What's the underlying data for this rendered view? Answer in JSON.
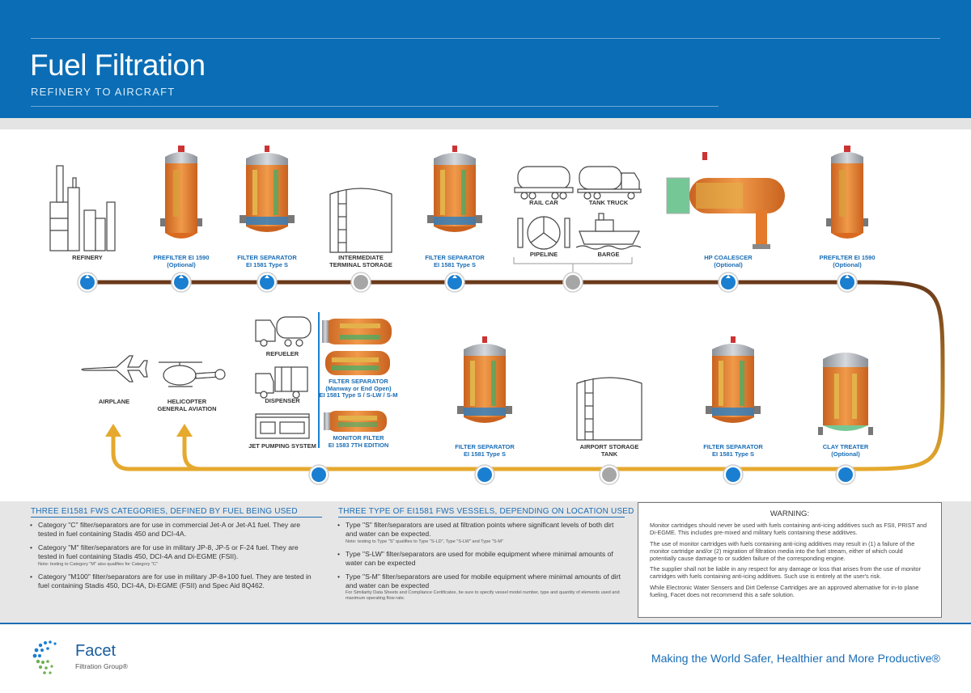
{
  "header": {
    "title": "Fuel Filtration",
    "subtitle": "REFINERY TO AIRCRAFT"
  },
  "colors": {
    "header_blue": "#0a6db5",
    "label_blue": "#1a6db5",
    "line_brown": "#6b3a1a",
    "line_gold": "#e5a92e",
    "node_blue": "#1a7fd0",
    "node_gray": "#a6a6a6",
    "vessel_orange": "#e47a2b"
  },
  "stations_top": [
    {
      "l1": "REFINERY",
      "l2": "",
      "icon": "refinery-icon"
    },
    {
      "l1": "PREFILTER EI 1590",
      "l2": "(Optional)",
      "icon": "prefilter-vessel-icon"
    },
    {
      "l1": "FILTER SEPARATOR",
      "l2": "EI 1581 Type S",
      "icon": "filter-separator-vessel-icon"
    },
    {
      "l1": "INTERMEDIATE",
      "l2": "TERMINAL STORAGE",
      "icon": "storage-tank-icon"
    },
    {
      "l1": "FILTER SEPARATOR",
      "l2": "EI 1581 Type S",
      "icon": "filter-separator-vessel-icon"
    },
    {
      "l1": "HP COALESCER",
      "l2": "(Optional)",
      "icon": "hp-coalescer-icon"
    },
    {
      "l1": "PREFILTER EI 1590",
      "l2": "(Optional)",
      "icon": "prefilter-vessel-icon"
    }
  ],
  "transport": {
    "rail_car": "RAIL CAR",
    "tank_truck": "TANK TRUCK",
    "pipeline": "PIPELINE",
    "barge": "BARGE"
  },
  "stations_bottom": [
    {
      "l1": "CLAY TREATER",
      "l2": "(Optional)",
      "icon": "clay-treater-icon"
    },
    {
      "l1": "FILTER SEPARATOR",
      "l2": "EI 1581 Type S",
      "icon": "filter-separator-vessel-icon"
    },
    {
      "l1": "AIRPORT STORAGE",
      "l2": "TANK",
      "icon": "storage-tank-icon"
    },
    {
      "l1": "FILTER SEPARATOR",
      "l2": "EI 1581 Type S",
      "icon": "filter-separator-vessel-icon"
    }
  ],
  "fueling": {
    "refueler": "REFUELER",
    "dispenser": "DISPENSER",
    "jet_pumping": "JET PUMPING SYSTEM",
    "fs_l1": "FILTER SEPARATOR",
    "fs_l2": "(Manway or End Open)",
    "fs_l3": "EI 1581 Type S / S-LW / S-M",
    "mon_l1": "MONITOR FILTER",
    "mon_l2": "EI 1583 7TH EDITION"
  },
  "aircraft": {
    "airplane": "AIRPLANE",
    "heli_l1": "HELICOPTER",
    "heli_l2": "GENERAL AVIATION"
  },
  "col1": {
    "title": "THREE EI1581 FWS CATEGORIES, DEFINED BY FUEL BEING USED",
    "items": [
      {
        "text": "Category \"C\" filter/separators are for use in commercial Jet-A or Jet-A1 fuel. They are tested in fuel containing Stadis 450 and DCI-4A.",
        "note": ""
      },
      {
        "text": "Category \"M\" filter/separators are for use in military JP-8, JP-5 or F-24 fuel. They are tested in fuel containing Stadis 450, DCI-4A and Di-EGME (FSII).",
        "note": "Note: testing to Category \"M\" also qualifies for Category \"C\""
      },
      {
        "text": "Category \"M100\" filter/separators are for use in military JP-8+100 fuel. They are tested in fuel containing Stadis 450, DCI-4A, Di-EGME (FSII) and Spec Aid 8Q462.",
        "note": ""
      }
    ]
  },
  "col2": {
    "title": "THREE TYPE OF EI1581 FWS VESSELS, DEPENDING ON LOCATION USED",
    "items": [
      {
        "text": "Type \"S\" filter/separators are used at filtration points where significant levels of both dirt and water can be expected.",
        "note": "Note: testing to Type \"S\" qualifies to Type \"S-LD\", Type \"S-LW\" and Type \"S-M\""
      },
      {
        "text": "Type \"S-LW\" filter/separators are used for mobile equipment where minimal amounts of water can be expected",
        "note": ""
      },
      {
        "text": "Type \"S-M\" filter/separators are used for mobile equipment where minimal amounts of dirt and water can be expected",
        "note": ""
      }
    ],
    "footnote": "For Similarity Data Sheets and Compliance Certificates, be sure to specify vessel model number, type and quantity of elements used and maximum operating flow rate."
  },
  "warning": {
    "title": "WARNING:",
    "p1": "Monitor cartridges should never be used with fuels containing anti-icing additives such as FSII, PRIST and Di-EGME. This includes pre-mixed and military fuels containing these additives.",
    "p2": "The use of monitor cartridges with fuels containing anti-icing additives may result in (1) a failure of the monitor cartridge and/or (2) migration of filtration media into the fuel stream, either of which could potentially cause damage to or sudden failure of the corresponding engine.",
    "p3": "The supplier shall not be liable in any respect for any damage or loss that arises from the use of monitor cartridges with fuels containing anti-icing additives. Such use is entirely at the user's risk.",
    "p4": "While Electronic Water Sensers and Dirt Defense Cartridges are an approved alternative for in-to plane fueling, Facet does not recommend this a safe solution."
  },
  "footer": {
    "brand": "Facet",
    "brand_sub": "Filtration Group®",
    "tagline": "Making the World Safer, Healthier and More Productive®"
  }
}
